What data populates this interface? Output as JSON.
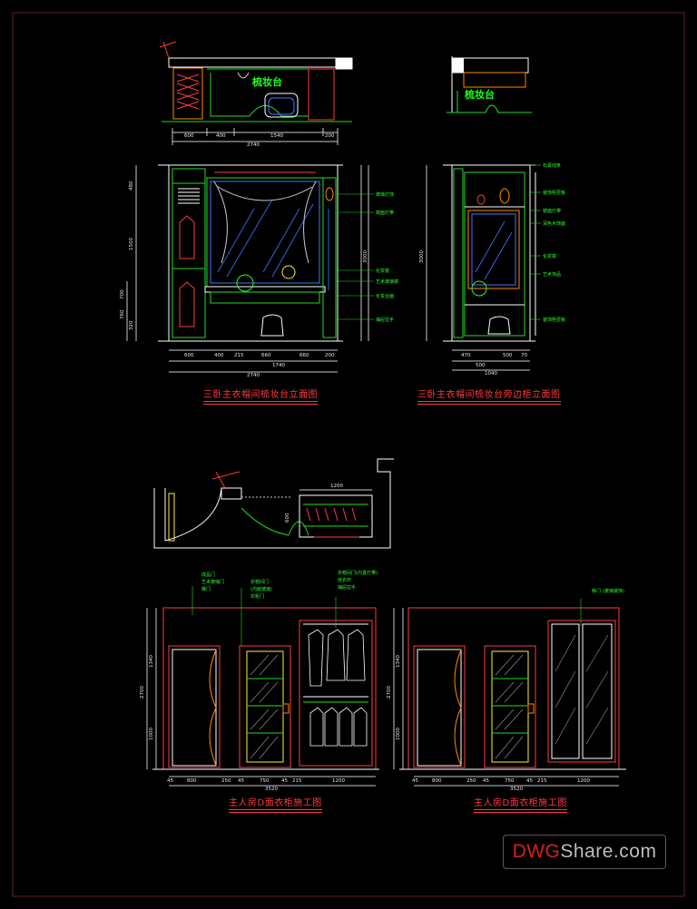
{
  "top_left_title": "梳妆台",
  "top_right_title": "梳妆台",
  "captions": {
    "elev_left": "三卧主衣帽间梳妆台立面图",
    "elev_right": "三卧主衣帽间梳妆台旁边柜立面图",
    "bottom_left": "主人房D面衣柜施工图",
    "bottom_right": "主人房D面衣柜施工图"
  },
  "dims": {
    "top_plan": [
      "600",
      "400",
      "1540",
      "200"
    ],
    "top_plan_total": "2740",
    "elev_left_bottom": [
      "600",
      "400",
      "215",
      "660",
      "660",
      "200"
    ],
    "elev_left_sub": "1740",
    "elev_left_total": "2740",
    "elev_left_v": [
      "480",
      "1500",
      "3000"
    ],
    "elev_left_v2": [
      "760",
      "700",
      "320"
    ],
    "elev_right_bottom": [
      "470",
      "500",
      "70"
    ],
    "elev_right_sub": "500",
    "elev_right_total": "1040",
    "elev_right_v": [
      "3000"
    ],
    "mid_plan_top": "1200",
    "mid_plan_side": "600",
    "bl_bottom": [
      "45",
      "800",
      "250",
      "45",
      "750",
      "45",
      "215",
      "1200"
    ],
    "bl_total": "3520",
    "bl_v": [
      "2700",
      "1340",
      "1000"
    ],
    "br_bottom": [
      "45",
      "800",
      "250",
      "45",
      "750",
      "45",
      "215",
      "1200"
    ],
    "br_total": "3520",
    "br_v": [
      "2700",
      "1340",
      "1000"
    ]
  },
  "notes": {
    "elev_left": [
      "玻璃灯饰",
      "镜面灯带",
      "化妆镜",
      "艺术玻璃镜",
      "化妆台面",
      "抽屉拉手"
    ],
    "elev_right": [
      "石膏线条",
      "装饰柜层板",
      "镜面灯带",
      "深色木饰面",
      "化妆镜",
      "艺术饰品",
      "装饰柜层板"
    ],
    "bottom_left_a": [
      "成品门",
      "艺术玻璃门",
      "推门"
    ],
    "bottom_left_b": [
      "衣帽间门",
      "(内嵌玻璃)",
      "衣柜门"
    ],
    "bottom_left_c": [
      "衣帽间门(内置灯带)",
      "挂衣杆",
      "抽屉拉手"
    ],
    "bottom_right_a": [
      "移门",
      "(玻璃装饰)"
    ]
  },
  "watermark": {
    "part1": "DWG",
    "part2": "Share.com"
  }
}
